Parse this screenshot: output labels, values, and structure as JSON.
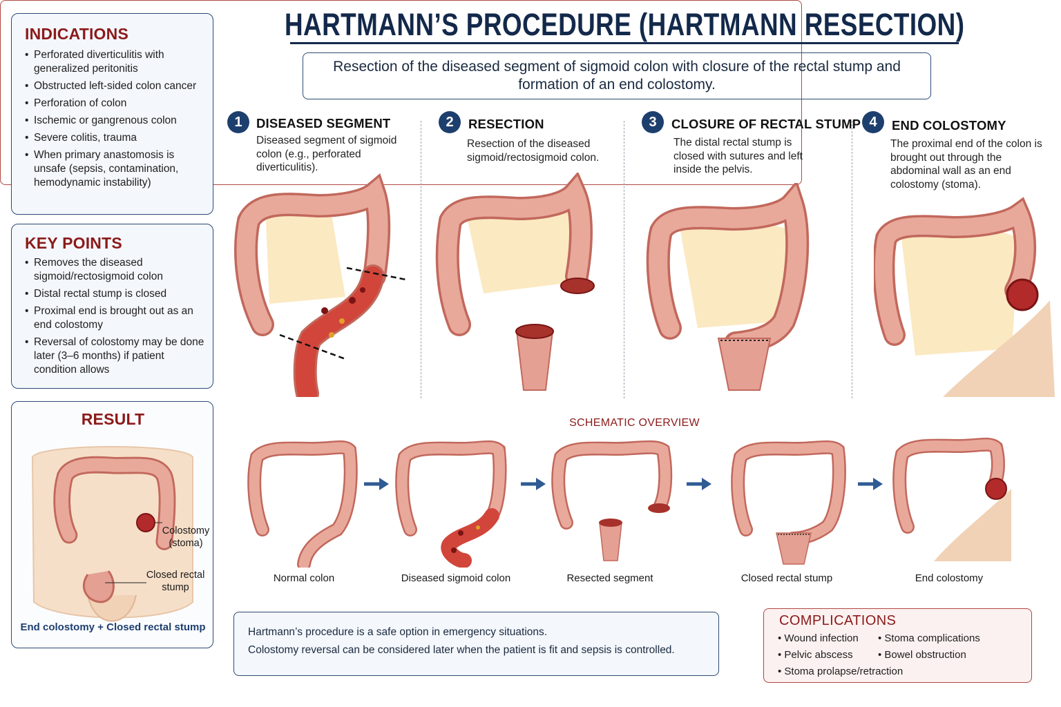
{
  "title": "HARTMANN’S PROCEDURE (HARTMANN RESECTION)",
  "subtitle": "Resection of the diseased segment of sigmoid colon with closure of the rectal stump and formation of an end colostomy.",
  "indications": {
    "heading": "INDICATIONS",
    "items": [
      "Perforated diverticulitis with generalized peritonitis",
      "Obstructed left-sided colon cancer",
      "Perforation of colon",
      "Ischemic or gangrenous colon",
      "Severe colitis, trauma",
      "When primary anastomosis is unsafe (sepsis, contamination, hemodynamic instability)"
    ]
  },
  "key_points": {
    "heading": "KEY POINTS",
    "items": [
      "Removes the diseased sigmoid/rectosigmoid colon",
      "Distal rectal stump is closed",
      "Proximal end is brought out as an end colostomy",
      "Reversal of colostomy may be done later (3–6 months) if patient condition allows"
    ]
  },
  "result": {
    "heading": "RESULT",
    "label_colostomy": "Colostomy (stoma)",
    "label_stump": "Closed rectal stump",
    "caption": "End colostomy + Closed rectal stump"
  },
  "steps": [
    {
      "number": "1",
      "title": "DISEASED SEGMENT",
      "desc": "Diseased segment of sigmoid colon (e.g., perforated diverticulitis)."
    },
    {
      "number": "2",
      "title": "RESECTION",
      "desc": "Resection of the diseased sigmoid/rectosigmoid colon."
    },
    {
      "number": "3",
      "title": "CLOSURE OF RECTAL STUMP",
      "desc": "The distal rectal stump is closed with sutures and left inside the pelvis."
    },
    {
      "number": "4",
      "title": "END COLOSTOMY",
      "desc": "The proximal end of the colon is brought out through the abdominal wall as an end colostomy (stoma)."
    }
  ],
  "schematic": {
    "title": "SCHEMATIC OVERVIEW",
    "labels": [
      "Normal colon",
      "Diseased sigmoid colon",
      "Resected segment",
      "Closed rectal stump",
      "End colostomy"
    ]
  },
  "note": {
    "line1": "Hartmann’s procedure is a safe option in emergency situations.",
    "line2": "Colostomy reversal can be considered later when the patient is fit and sepsis is controlled."
  },
  "complications": {
    "heading": "COMPLICATIONS",
    "items": [
      "Wound infection",
      "Stoma complications",
      "Pelvic abscess",
      "Bowel obstruction",
      "Stoma prolapse/retraction"
    ]
  },
  "colors": {
    "navy": "#13294b",
    "accent_red": "#8b1a1a",
    "colon": "#e4a093",
    "colon_dark": "#c2685c",
    "inflamed": "#d2453a",
    "mesentery": "#fbe9c2"
  }
}
